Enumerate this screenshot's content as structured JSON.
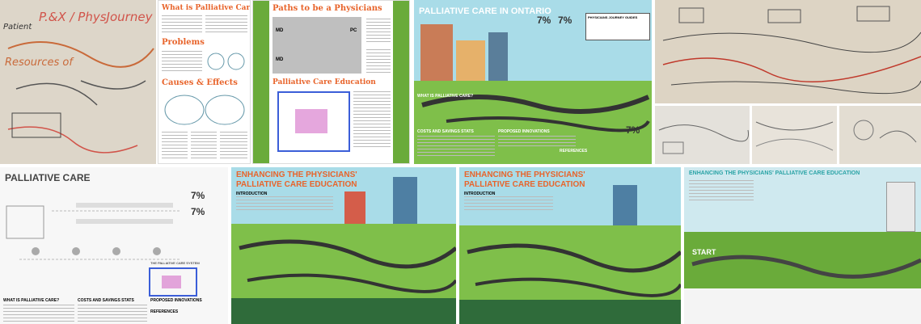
{
  "row1": {
    "sketch1": {
      "text_a": "P.&X / PhysJourney",
      "text_b": "Resources of",
      "text_c": "Patient"
    },
    "poster1": {
      "h1": "What is Palliative Care",
      "h2": "Problems",
      "h3": "Causes & Effects"
    },
    "poster2": {
      "h1": "Paths to be a Physicians",
      "h2": "Palliative Care Education",
      "md": "MD",
      "pc": "PC"
    },
    "poster3": {
      "title": "PALLIATIVE CARE IN ONTARIO",
      "stat1": "7%",
      "stat2": "7%",
      "stat3": "7%",
      "billboard": "PHYSICIANS JOURNEY GUIDES",
      "sec1": "WHAT IS PALLIATIVE CARE?",
      "sec2": "COSTS AND SAVINGS STATS",
      "sec3": "PROPOSED INNOVATIONS",
      "sec4": "REFERENCES"
    }
  },
  "row2": {
    "poster4": {
      "title": "PALLIATIVE CARE",
      "stat1": "7%",
      "stat2": "7%",
      "sec1": "WHAT IS PALLIATIVE CARE?",
      "sec2": "COSTS AND SAVINGS STATS",
      "sec3": "PROPOSED INNOVATIONS",
      "sec4": "REFERENCES",
      "system": "THE PALLIATIVE CARE SYSTEM"
    },
    "poster5": {
      "title_l1": "ENHANCING THE PHYSICIANS'",
      "title_l2": "PALLIATIVE CARE EDUCATION",
      "intro": "INTRODUCTION"
    },
    "poster6": {
      "title_l1": "ENHANCING THE PHYSICIANS'",
      "title_l2": "PALLIATIVE CARE EDUCATION",
      "intro": "INTRODUCTION"
    },
    "poster7": {
      "title": "ENHANCING THE PHYSICIANS' PALLIATIVE CARE EDUCATION",
      "start": "START"
    }
  },
  "colors": {
    "green": "#6aab3a",
    "orange": "#e8642b",
    "teal": "#2aa3a6",
    "sky": "#a9dce8",
    "paper": "#e9e4dc"
  }
}
